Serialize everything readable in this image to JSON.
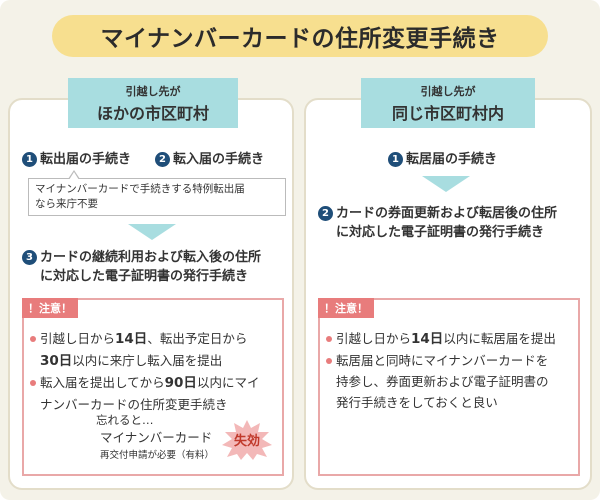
{
  "title": "マイナンバーカードの住所変更手続き",
  "left": {
    "header_small": "引越し先が",
    "header_big": "ほかの市区町村",
    "step1": {
      "num": "1",
      "label": "転出届の手続き"
    },
    "step2": {
      "num": "2",
      "label": "転入届の手続き"
    },
    "bubble_line1": "マイナンバーカードで手続きする特例転出届",
    "bubble_line2": "なら来庁不要",
    "step3": {
      "num": "3",
      "line1": "カードの継続利用および転入後の住所",
      "line2": "に対応した電子証明書の発行手続き"
    },
    "caution_tag": "！注意！",
    "bullet1_a": "引越し日から",
    "bullet1_b": "14日",
    "bullet1_c": "、転出予定日から",
    "bullet1_d": "30日",
    "bullet1_e": "以内に来庁し転入届を提出",
    "bullet2_a": "転入届を提出してから",
    "bullet2_b": "90日",
    "bullet2_c": "以内にマイ",
    "bullet2_d": "ナンバーカードの住所変更手続き",
    "forget_line1": "忘れると…",
    "forget_line2": "マイナンバーカード",
    "forget_line3": "再交付申請が必要（有料）",
    "invalid_badge": "失効"
  },
  "right": {
    "header_small": "引越し先が",
    "header_big": "同じ市区町村内",
    "step1": {
      "num": "1",
      "label": "転居届の手続き"
    },
    "step2": {
      "num": "2",
      "line1": "カードの券面更新および転居後の住所",
      "line2": "に対応した電子証明書の発行手続き"
    },
    "caution_tag": "！注意！",
    "bullet1_a": "引越し日から",
    "bullet1_b": "14日",
    "bullet1_c": "以内に転居届を提出",
    "bullet2_line1": "転居届と同時にマイナンバーカードを",
    "bullet2_line2": "持参し、券面更新および電子証明書の",
    "bullet2_line3": "発行手続きをしておくと良い"
  },
  "colors": {
    "title_bg": "#f7df8f",
    "header_bg": "#a8dde0",
    "number_circle": "#1f4e79",
    "caution": "#e87c7c",
    "starburst": "#f3b8b8"
  }
}
